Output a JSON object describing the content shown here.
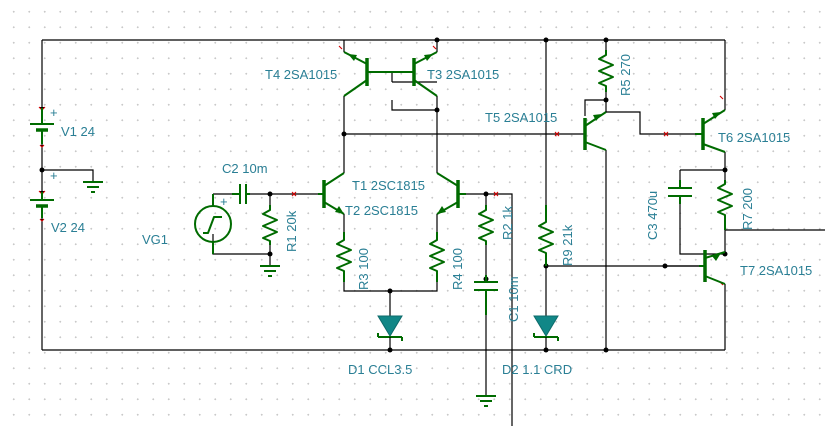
{
  "components": {
    "v1": {
      "ref": "V1",
      "value": "24"
    },
    "v2": {
      "ref": "V2",
      "value": "24"
    },
    "vg1": {
      "ref": "VG1"
    },
    "c2": {
      "ref": "C2",
      "value": "10m"
    },
    "r1": {
      "ref": "R1",
      "value": "20k"
    },
    "t1": {
      "ref": "T1",
      "value": "2SC1815"
    },
    "t2": {
      "ref": "T2",
      "value": "2SC1815"
    },
    "t3": {
      "ref": "T3",
      "value": "2SA1015"
    },
    "t4": {
      "ref": "T4",
      "value": "2SA1015"
    },
    "t5": {
      "ref": "T5",
      "value": "2SA1015"
    },
    "t6": {
      "ref": "T6",
      "value": "2SA1015"
    },
    "t7": {
      "ref": "T7",
      "value": "2SA1015"
    },
    "r2": {
      "ref": "R2",
      "value": "1k"
    },
    "r3": {
      "ref": "R3",
      "value": "100"
    },
    "r4": {
      "ref": "R4",
      "value": "100"
    },
    "r5": {
      "ref": "R5",
      "value": "270"
    },
    "r7": {
      "ref": "R7",
      "value": "200"
    },
    "r9": {
      "ref": "R9",
      "value": "21k"
    },
    "c1": {
      "ref": "C1",
      "value": "10m"
    },
    "c3": {
      "ref": "C3",
      "value": "470u"
    },
    "d1": {
      "ref": "D1",
      "value": "CCL3.5"
    },
    "d2": {
      "ref": "D2",
      "value": "1.1 CRD"
    }
  },
  "labels": {
    "v1": "V1 24",
    "v2": "V2 24",
    "vg1": "VG1",
    "c2": "C2 10m",
    "r1": "R1 20k",
    "t1": "T1 2SC1815",
    "t2": "T2 2SC1815",
    "t3": "T3 2SA1015",
    "t4": "T4 2SA1015",
    "t5": "T5 2SA1015",
    "t6": "T6 2SA1015",
    "t7": "T7 2SA1015",
    "r2": "R2 1k",
    "r3": "R3 100",
    "r4": "R4 100",
    "r5": "R5 270",
    "r7": "R7 200",
    "r9": "R9 21k",
    "c1": "C1 10m",
    "c3": "C3 470u",
    "d1": "D1 CCL3.5",
    "d2": "D2 1.1 CRD",
    "plus_v1": "+",
    "plus_v2": "+",
    "plus_vg1": "+"
  },
  "colors": {
    "wire": "#000000",
    "component": "#006b00",
    "label": "#2a7f95",
    "diode_fill": "#118787",
    "pin_mark": "#d40000"
  }
}
